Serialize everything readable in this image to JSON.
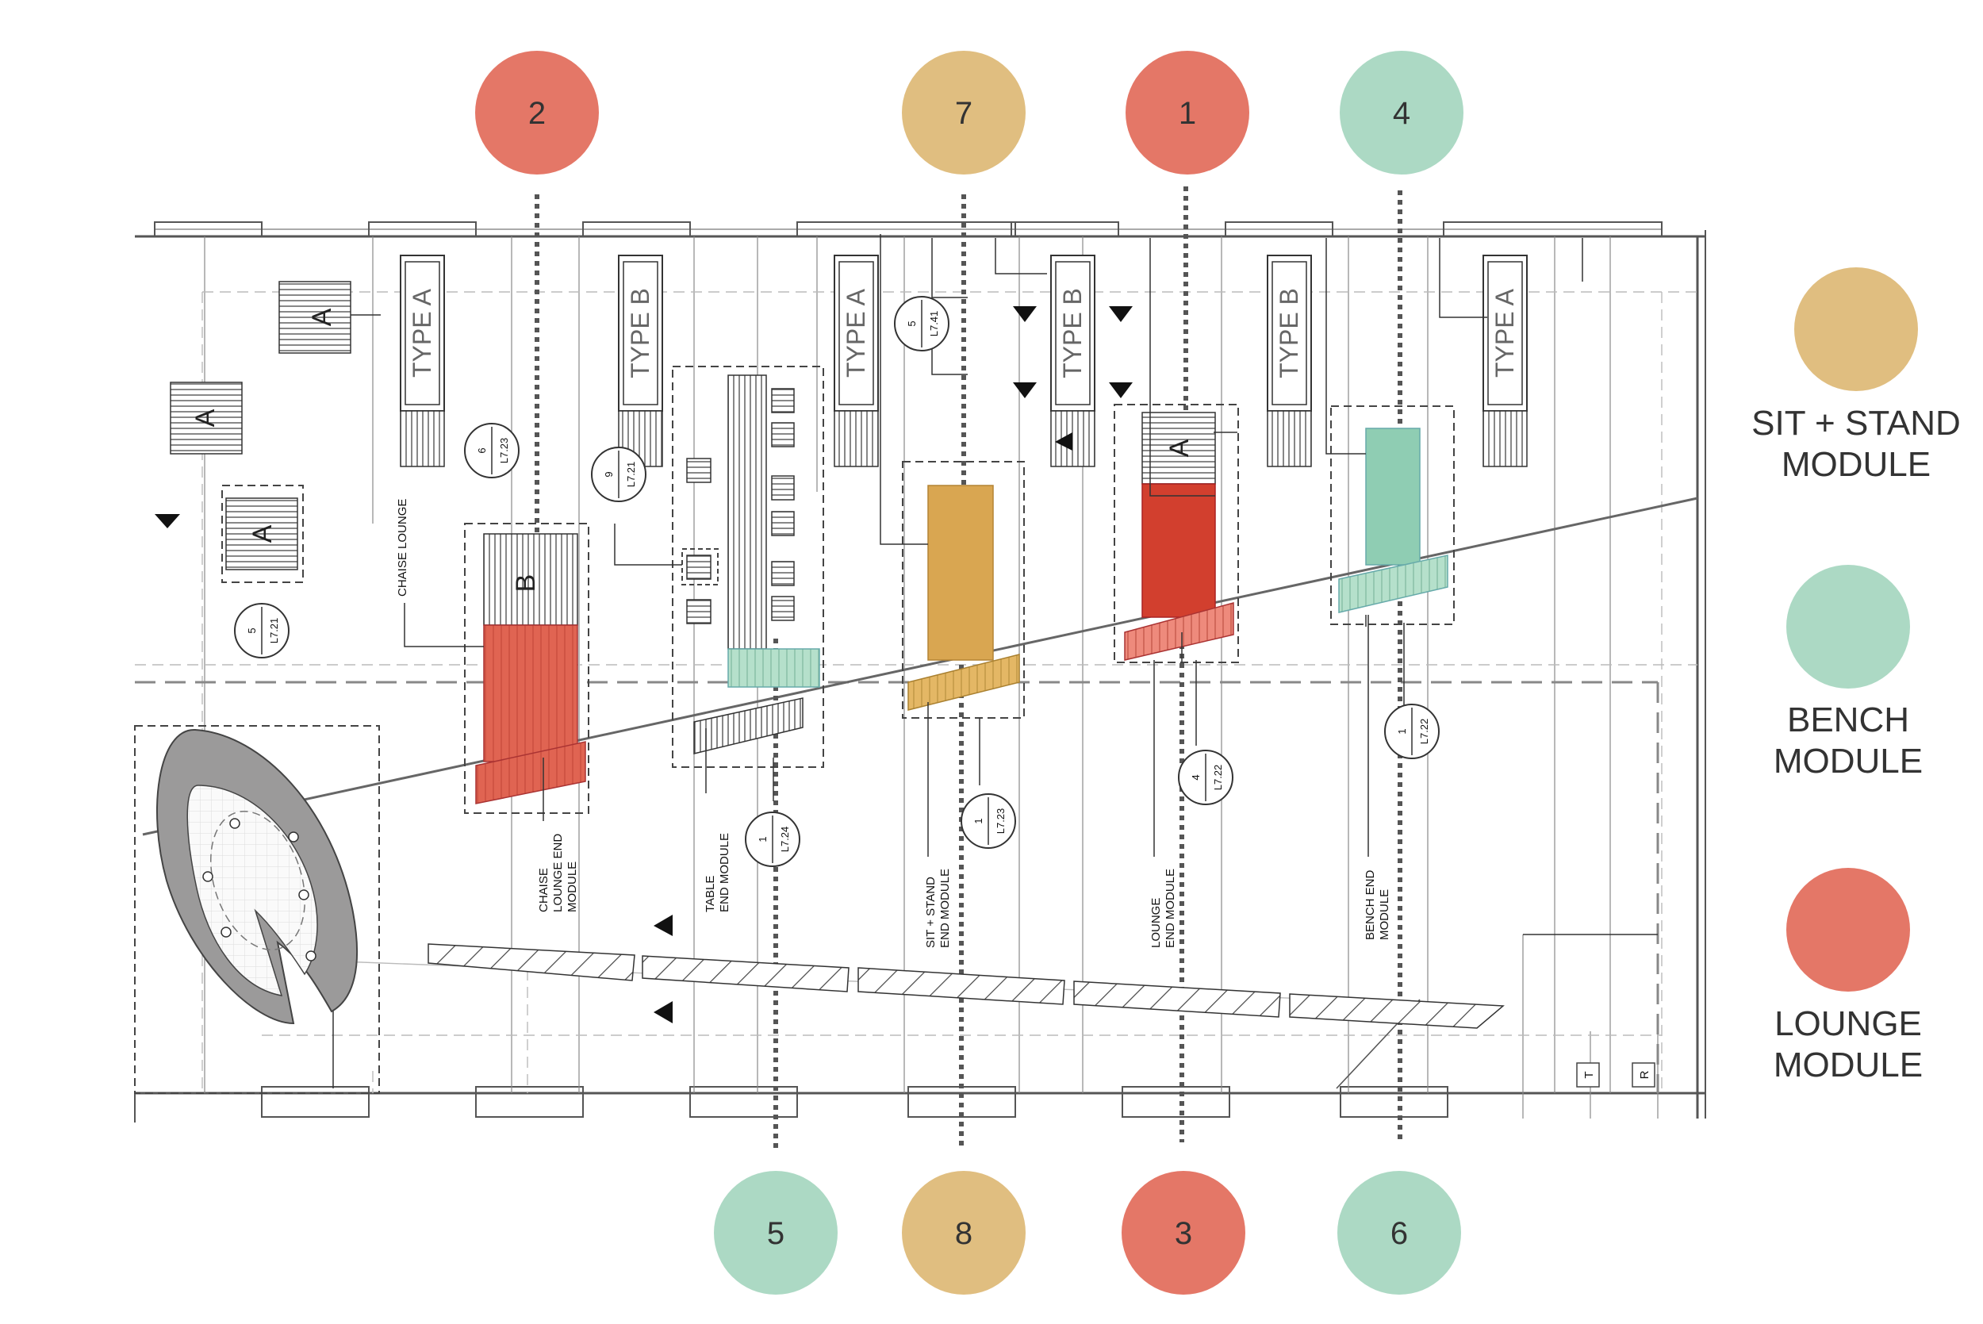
{
  "colors": {
    "sit_stand": "#E0BE80",
    "bench": "#ACD9C4",
    "lounge": "#E47767",
    "lounge_dark": "#D23F2E",
    "lounge_bright": "#E26645",
    "sit_stand_dark": "#D9A651",
    "bench_dark": "#8FCDB3"
  },
  "callouts": {
    "top": [
      "2",
      "7",
      "1",
      "4"
    ],
    "bottom": [
      "5",
      "8",
      "3",
      "6"
    ]
  },
  "legend": {
    "sit_stand": [
      "SIT + STAND",
      "MODULE"
    ],
    "bench": [
      "BENCH",
      "MODULE"
    ],
    "lounge": [
      "LOUNGE",
      "MODULE"
    ]
  },
  "types": [
    "TYPE A",
    "TYPE B",
    "TYPE A",
    "TYPE B",
    "TYPE B",
    "TYPE A"
  ],
  "letters": {
    "a1": "A",
    "a2": "A",
    "a3": "A",
    "a4": "A",
    "b1": "B"
  },
  "labels": {
    "chaise_lounge": "CHAISE LOUNGE",
    "chaise_end": [
      "CHAISE",
      "LOUNGE END",
      "MODULE"
    ],
    "table_end": [
      "TABLE",
      "END MODULE"
    ],
    "sitstand_end": [
      "SIT + STAND",
      "END MODULE"
    ],
    "lounge_end": [
      "LOUNGE",
      "END MODULE"
    ],
    "bench_end": [
      "BENCH END",
      "MODULE"
    ],
    "t": "T",
    "r": "R"
  },
  "refs": [
    {
      "num": "6",
      "sheet": "L7.23"
    },
    {
      "num": "9",
      "sheet": "L7.21"
    },
    {
      "num": "5",
      "sheet": "L7.41"
    },
    {
      "num": "5",
      "sheet": "L7.21"
    },
    {
      "num": "1",
      "sheet": "L7.24"
    },
    {
      "num": "1",
      "sheet": "L7.23"
    },
    {
      "num": "4",
      "sheet": "L7.22"
    },
    {
      "num": "1",
      "sheet": "L7.22"
    }
  ]
}
